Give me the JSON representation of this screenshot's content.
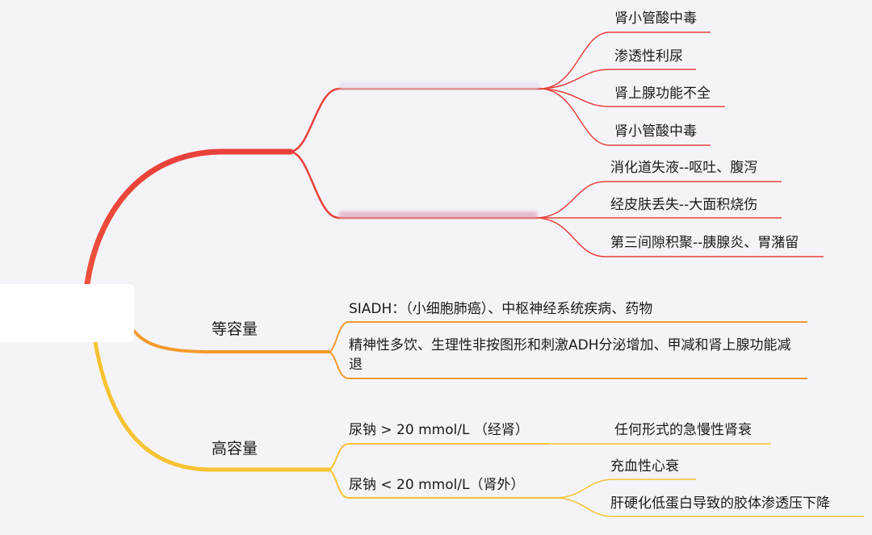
{
  "colors": {
    "red": "#e8413a",
    "orange": "#f39a2d",
    "yellow": "#f7c233",
    "background": "#f4f4f8"
  },
  "branches": [
    {
      "label": "",
      "children": [
        {
          "label": "",
          "leaves": [
            "肾小管酸中毒",
            "渗透性利尿",
            "肾上腺功能不全",
            "肾小管酸中毒"
          ]
        },
        {
          "label": "",
          "leaves": [
            "消化道失液--呕吐、腹泻",
            "经皮肤丢失--大面积烧伤",
            "第三间隙积聚--胰腺炎、胃潴留"
          ]
        }
      ]
    },
    {
      "label": "等容量",
      "children": [
        {
          "label": "SIADH：（小细胞肺癌）、中枢神经系统疾病、药物"
        },
        {
          "label": "精神性多饮、生理性非按图形和刺激ADH分泌增加、甲减和肾上腺功能减退"
        }
      ]
    },
    {
      "label": "高容量",
      "children": [
        {
          "label": "尿钠 > 20 mmol/L （经肾）",
          "leaves": [
            "任何形式的急慢性肾衰"
          ]
        },
        {
          "label": "尿钠 < 20 mmol/L（肾外）",
          "leaves": [
            "充血性心衰",
            "肝硬化低蛋白导致的胶体渗透压下降"
          ]
        }
      ]
    }
  ]
}
